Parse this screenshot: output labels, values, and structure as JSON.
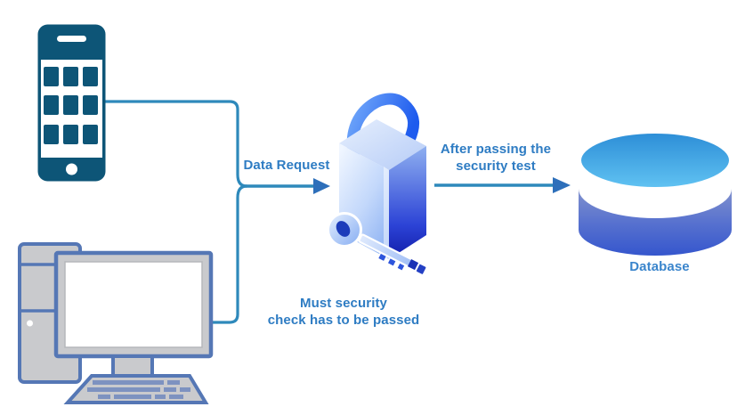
{
  "diagram": {
    "background": "#ffffff",
    "colors": {
      "label_text": "#2e7cc3",
      "connector": "#2e89bb",
      "arrowhead": "#2d6fba",
      "phone": "#0d5577",
      "device_fill": "#c9cacd",
      "device_border": "#5577b5",
      "key_row": "#7d92c0",
      "screen_white": "#ffffff",
      "db_label": "#3a85cc"
    },
    "nodes": {
      "phone": {
        "icon": "smartphone-icon"
      },
      "desktop": {
        "icon": "desktop-computer-icon"
      },
      "security": {
        "icon": "padlock-key-icon",
        "caption_line1": "Must security",
        "caption_line2": "check has to be passed"
      },
      "database": {
        "icon": "database-icon",
        "caption": "Database"
      }
    },
    "edges": {
      "request": {
        "label": "Data Request"
      },
      "pass": {
        "label_line1": "After passing the",
        "label_line2": "security test"
      }
    }
  }
}
